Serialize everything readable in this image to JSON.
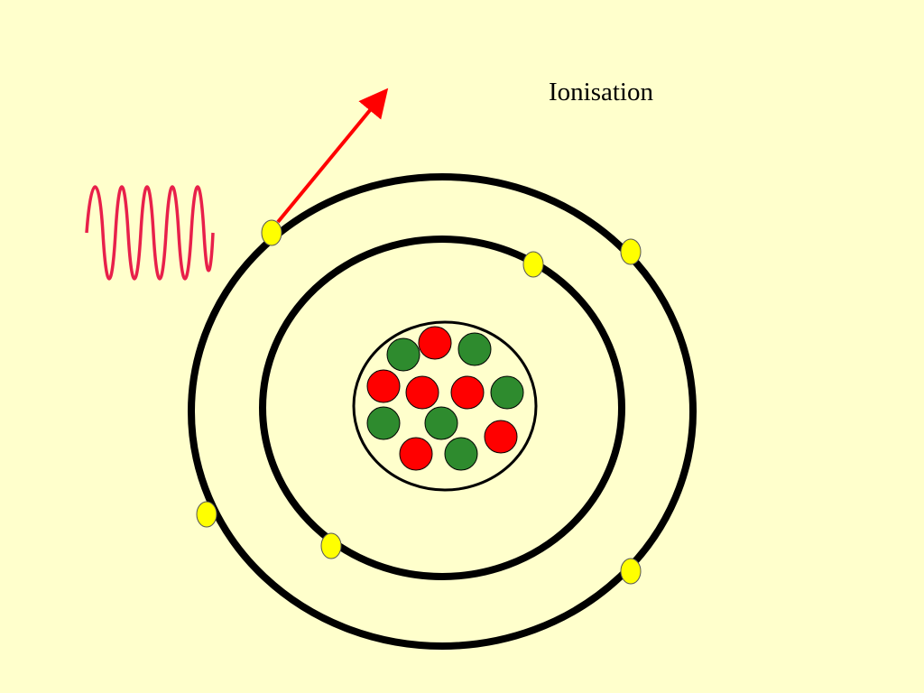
{
  "slide": {
    "title": "Ionisation"
  },
  "colors": {
    "background": "#FFFFCC",
    "orbit": "#000000",
    "electron": "#FFFF00",
    "proton": "#FF0000",
    "neutron": "#2E8B2E",
    "photon_wave": "#E8204A",
    "ejected_arrow": "#FF0000"
  },
  "diagram": {
    "shells": 2,
    "electrons_per_shell": [
      2,
      4
    ],
    "nucleus": {
      "protons": 6,
      "neutrons": 6
    },
    "ejected_electrons": 1,
    "incoming_photon": "wave",
    "icons": [
      "wave-icon",
      "arrow-icon"
    ]
  }
}
